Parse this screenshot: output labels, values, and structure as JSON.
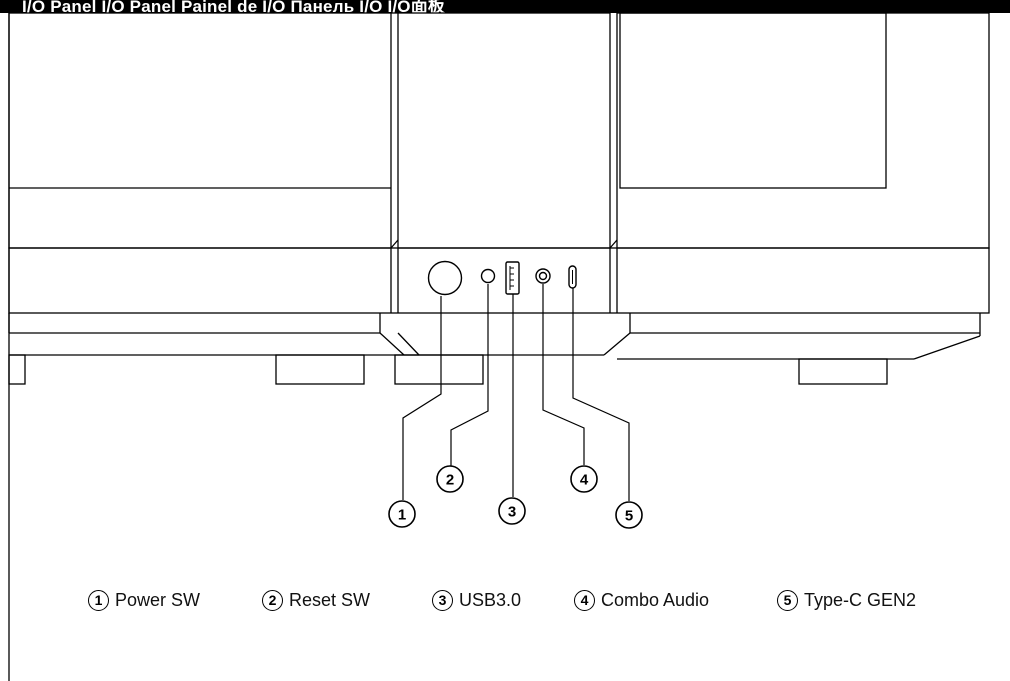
{
  "header": {
    "title": "I/O Panel   I/O Panel   Painel de I/O   Панель I/O   I/O面板"
  },
  "callouts": [
    {
      "number": "1",
      "label": "Power SW"
    },
    {
      "number": "2",
      "label": "Reset SW"
    },
    {
      "number": "3",
      "label": "USB3.0"
    },
    {
      "number": "4",
      "label": "Combo Audio"
    },
    {
      "number": "5",
      "label": "Type-C GEN2"
    }
  ],
  "colors": {
    "header_background": "#000000",
    "header_text": "#ffffff",
    "line": "#000000"
  }
}
